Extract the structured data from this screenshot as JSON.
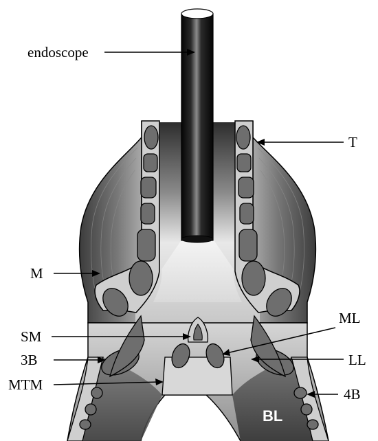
{
  "labels": {
    "endoscope": "endoscope",
    "t": "T",
    "m": "M",
    "ml": "ML",
    "sm": "SM",
    "b3": "3B",
    "ll": "LL",
    "mtm": "MTM",
    "b4": "4B",
    "bl": "BL"
  },
  "colors": {
    "outline": "#000000",
    "muscle_dark": "#4a4a4a",
    "muscle_light": "#9a9a9a",
    "cartilage": "#6e6e6e",
    "wall_light": "#c9c9c9",
    "lumen_light": "#f2f2f2",
    "scope_dark": "#111111"
  }
}
